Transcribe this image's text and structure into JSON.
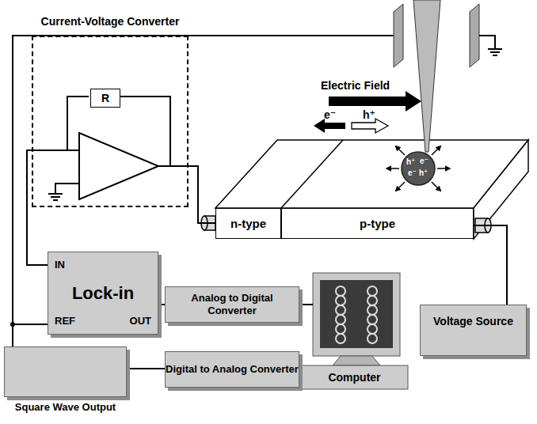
{
  "diagram": {
    "nodes": [
      {
        "text": [
          "Current-Voltage Converter"
        ]
      },
      {
        "text": [
          "R"
        ],
        "in": 0
      },
      {
        "text": [
          "Lock-in",
          "IN",
          "REF",
          "OUT"
        ]
      },
      {
        "text": [
          "Analog to Digital Converter"
        ]
      },
      {
        "text": [
          "Computer"
        ]
      },
      {
        "text": [
          "Digital to Analog Converter"
        ]
      },
      {
        "text": [
          "Square Wave Output"
        ]
      },
      {
        "text": [
          "Voltage Source"
        ]
      },
      {
        "text": [
          "n-type"
        ]
      },
      {
        "text": [
          "p-type"
        ]
      }
    ],
    "edges": [
      {
        "from": 0,
        "to": 2,
        "arrow": "none"
      },
      {
        "from": 0,
        "to": 8,
        "arrow": "none"
      },
      {
        "from": 2,
        "to": 3,
        "arrow": "none"
      },
      {
        "from": 3,
        "to": 4,
        "arrow": "none"
      },
      {
        "from": 4,
        "to": 5,
        "arrow": "none"
      },
      {
        "from": 5,
        "to": 6,
        "arrow": "none"
      },
      {
        "from": 6,
        "to": 2,
        "arrow": "none"
      },
      {
        "from": 7,
        "to": 9,
        "arrow": "none"
      }
    ],
    "labels": [
      "Electric Field",
      "e⁻",
      "h⁺",
      "h⁺",
      "e⁻",
      "e⁻",
      "h⁺"
    ]
  }
}
